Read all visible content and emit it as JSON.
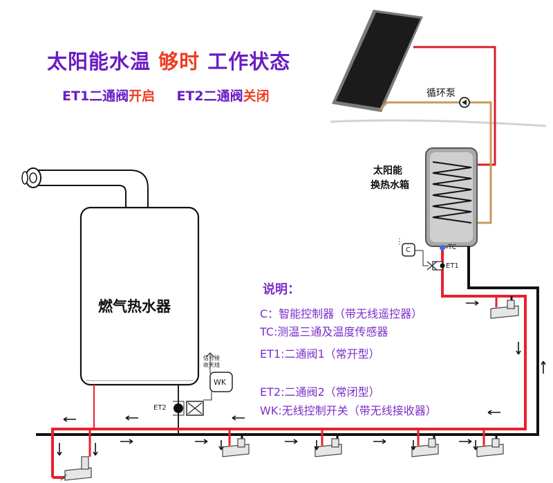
{
  "title": {
    "part1": "太阳能水温",
    "part2": "够时",
    "part3": "工作状态"
  },
  "status": {
    "et1_prefix": "ET1二通阀",
    "et1_state": "开启",
    "et2_prefix": "ET2二通阀",
    "et2_state": "关闭"
  },
  "heater": {
    "label": "燃气热水器"
  },
  "solar": {
    "pump_label": "循环泵",
    "tank_label_line1": "太阳能",
    "tank_label_line2": "换热水箱"
  },
  "components": {
    "c": "C",
    "tc": "TC",
    "et1": "ET1",
    "et2": "ET2",
    "wk": "WK",
    "antenna_line1": "信号接",
    "antenna_line2": "收天线"
  },
  "legend": {
    "heading": "说明：",
    "items": [
      "C：智能控制器（带无线遥控器）",
      "TC:测温三通及温度传感器",
      "ET1:二通阀1（常开型）",
      "ET2:二通阀2（常闭型）",
      "WK:无线控制开关（带无线接收器）"
    ]
  },
  "colors": {
    "title_purple": "#6a1cc4",
    "highlight_red": "#ee3d22",
    "hot_pipe": "#e8202e",
    "cold_pipe": "#111111",
    "solar_loop_red": "#d4202a",
    "solar_loop_tan": "#c89a5a"
  }
}
